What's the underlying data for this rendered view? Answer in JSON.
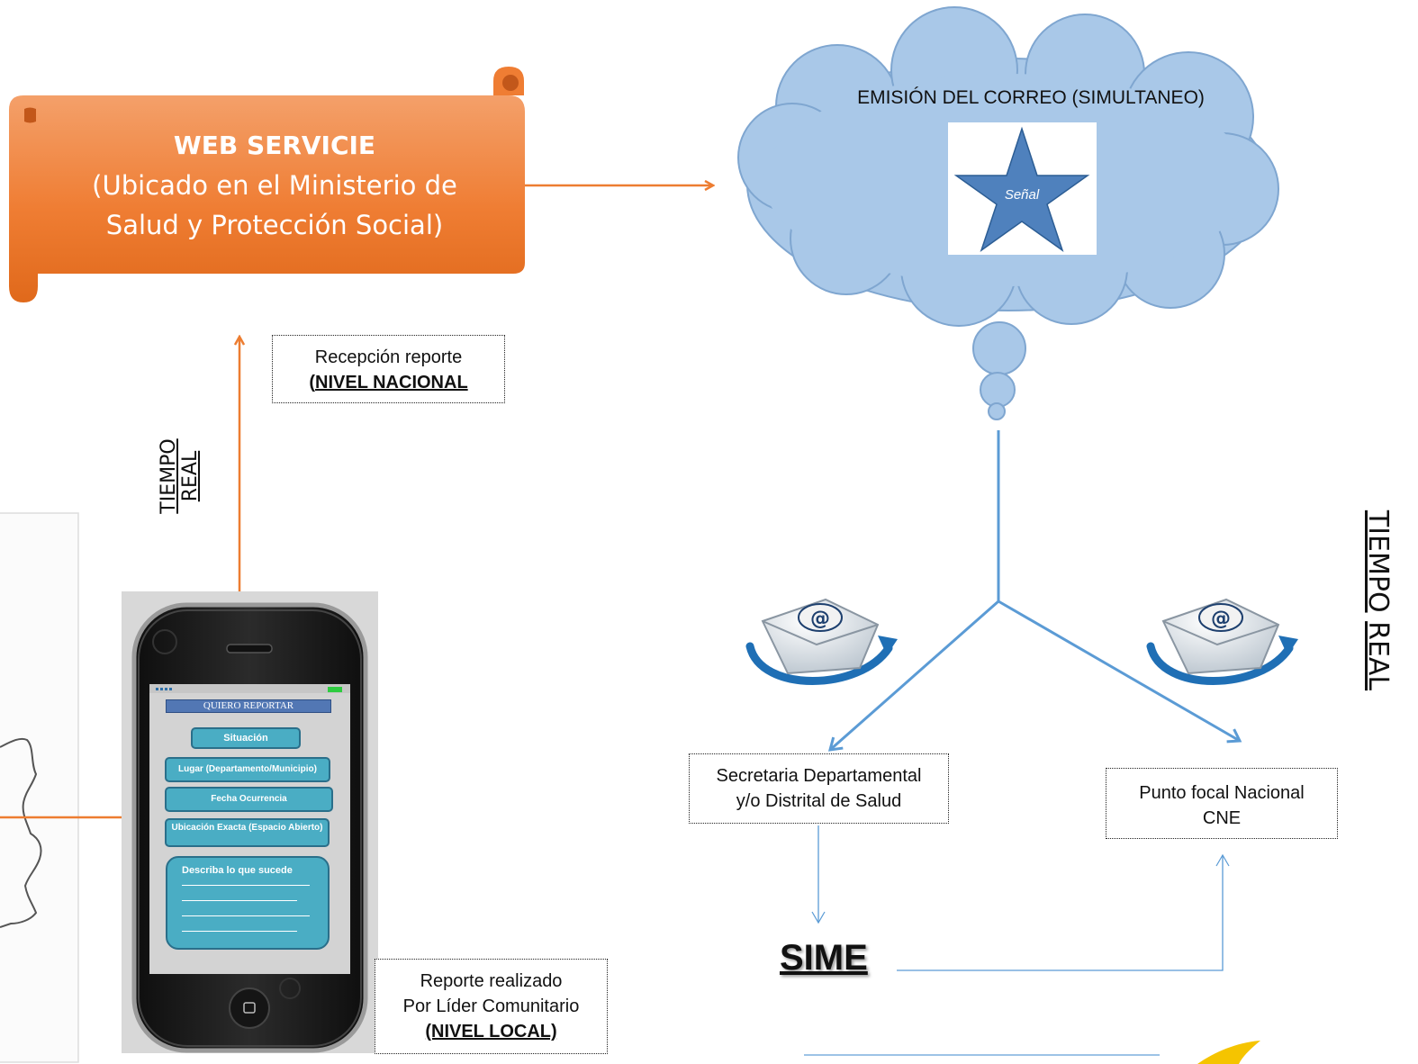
{
  "scroll": {
    "title": "WEB SERVICIE",
    "line1": "(Ubicado en el Ministerio de",
    "line2": "Salud y Protección Social)"
  },
  "cloud": {
    "title": "EMISIÓN DEL CORREO (SIMULTANEO)",
    "star_label": "Señal"
  },
  "nacional_box": {
    "line1": "Recepción reporte",
    "line2_prefix": "(",
    "line2_bold": "NIVEL NACIONAL"
  },
  "tiempo_real_left": {
    "line1": "TIEMPO",
    "line2": "REAL"
  },
  "tiempo_real_right": {
    "word1": "TIEMPO",
    "word2": "REAL"
  },
  "phone": {
    "header": "QUIERO REPORTAR",
    "fields": [
      "Situación",
      "Lugar  (Departamento/Municipio)",
      "Fecha Ocurrencia",
      "Ubicación Exacta (Espacio Abierto)"
    ],
    "describe": "Describa lo que sucede"
  },
  "local_box": {
    "line1": "Reporte realizado",
    "line2": "Por Líder Comunitario",
    "line3": "(NIVEL LOCAL)"
  },
  "secretaria_box": {
    "line1": "Secretaria Departamental",
    "line2": "y/o Distrital de Salud"
  },
  "punto_box": {
    "line1": "Punto focal Nacional",
    "line2": "CNE"
  },
  "sime": {
    "label": "SIME"
  },
  "colors": {
    "orange": "#ed7d31",
    "blue_line": "#5b9bd5",
    "cloud_fill": "#a9c8e8",
    "star": "#4f81bd",
    "phone_field": "#4aadc4"
  },
  "icons": [
    "email-icon",
    "star-icon",
    "smartphone-icon",
    "map-fragment"
  ]
}
